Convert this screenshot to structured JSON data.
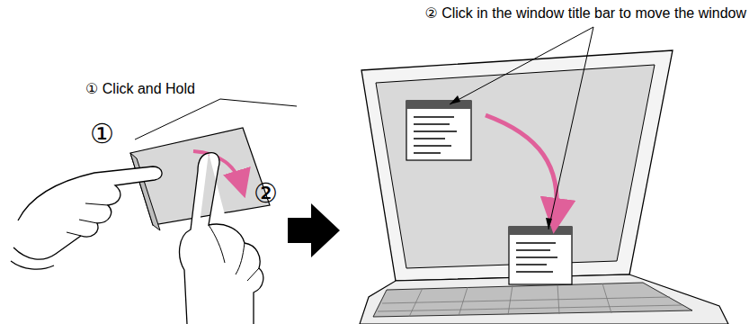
{
  "diagram": {
    "labels": [
      "② Click in the window title bar to move the window",
      "① Click and Hold",
      "①",
      "②"
    ]
  }
}
